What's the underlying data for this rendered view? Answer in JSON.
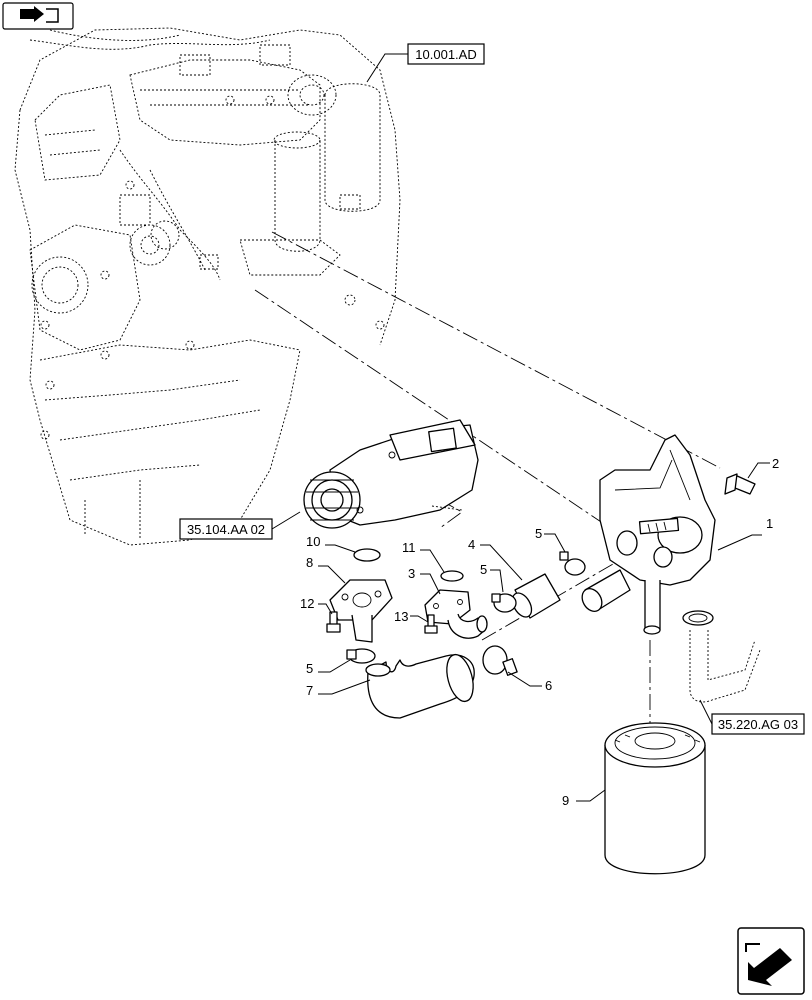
{
  "references": {
    "engine": "10.001.AD",
    "pump": "35.104.AA 02",
    "lines": "35.220.AG 03"
  },
  "callouts": {
    "c1": "1",
    "c2": "2",
    "c3": "3",
    "c4": "4",
    "c5a": "5",
    "c5b": "5",
    "c5c": "5",
    "c6": "6",
    "c7": "7",
    "c8": "8",
    "c9": "9",
    "c10": "10",
    "c11": "11",
    "c12": "12",
    "c13": "13"
  },
  "icons": {
    "top_left": "book-arrow-icon",
    "bottom_right": "next-page-arrow-icon"
  }
}
